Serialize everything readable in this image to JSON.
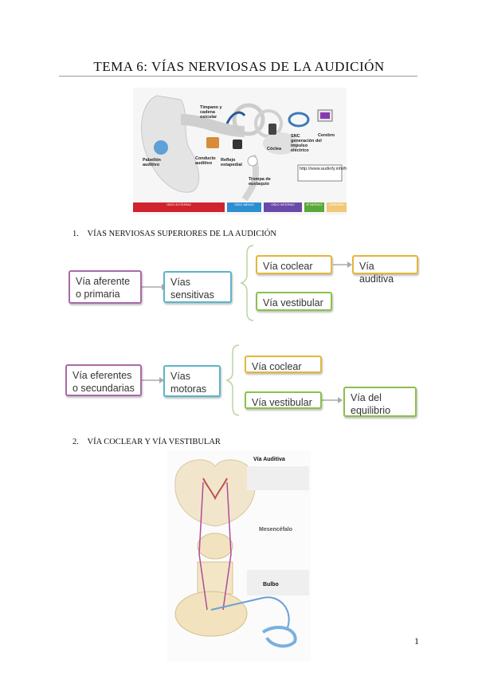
{
  "title": "TEMA 6: VÍAS NERVIOSAS DE LA AUDICIÓN",
  "ear_figure": {
    "labels": {
      "timpano": "Tímpano y cadena osicular",
      "pabellon": "Pabellón auditivo",
      "conducto": "Conducto auditivo",
      "reflejo": "Reflejo estapedial",
      "trompa": "Trompa de eustaquio",
      "coclea": "Cóclea",
      "snc": "SNC generación del impulso eléctrico",
      "cerebro": "Cerebro",
      "url": "http://www.audiofy.info/for_ejer.txt"
    },
    "bands": [
      "OÍDO EXTERNO",
      "OÍDO MEDIO",
      "OÍDO INTERNO",
      "8º NERVIO",
      "CEREBRO"
    ]
  },
  "section1": {
    "number": "1.",
    "heading": "VÍAS NERVIOSAS SUPERIORES DE LA AUDICIÓN"
  },
  "diagram1": {
    "aferente": "Vía aferente o primaria",
    "sensitivas": "Vías sensitivas",
    "coclear": "Vía coclear",
    "auditiva": "Vía auditiva",
    "vestibular": "Vía vestibular"
  },
  "diagram2": {
    "eferentes": "Vía eferentes o secundarias",
    "motoras": "Vías motoras",
    "coclear": "Vía coclear",
    "vestibular": "Vía vestibular",
    "equilibrio": "Vía del equilibrio"
  },
  "section2": {
    "number": "2.",
    "heading": "VÍA COCLEAR Y VÍA VESTIBULAR"
  },
  "brain_figure": {
    "labels": {
      "via_auditiva": "Vía Auditiva",
      "mesencefalo": "Mesencéfalo",
      "bulbo": "Bulbo"
    }
  },
  "page_number": "1",
  "colors": {
    "purple": "#a86aa8",
    "teal": "#5bb5c7",
    "gold": "#e2b73b",
    "green": "#8cc04a"
  }
}
